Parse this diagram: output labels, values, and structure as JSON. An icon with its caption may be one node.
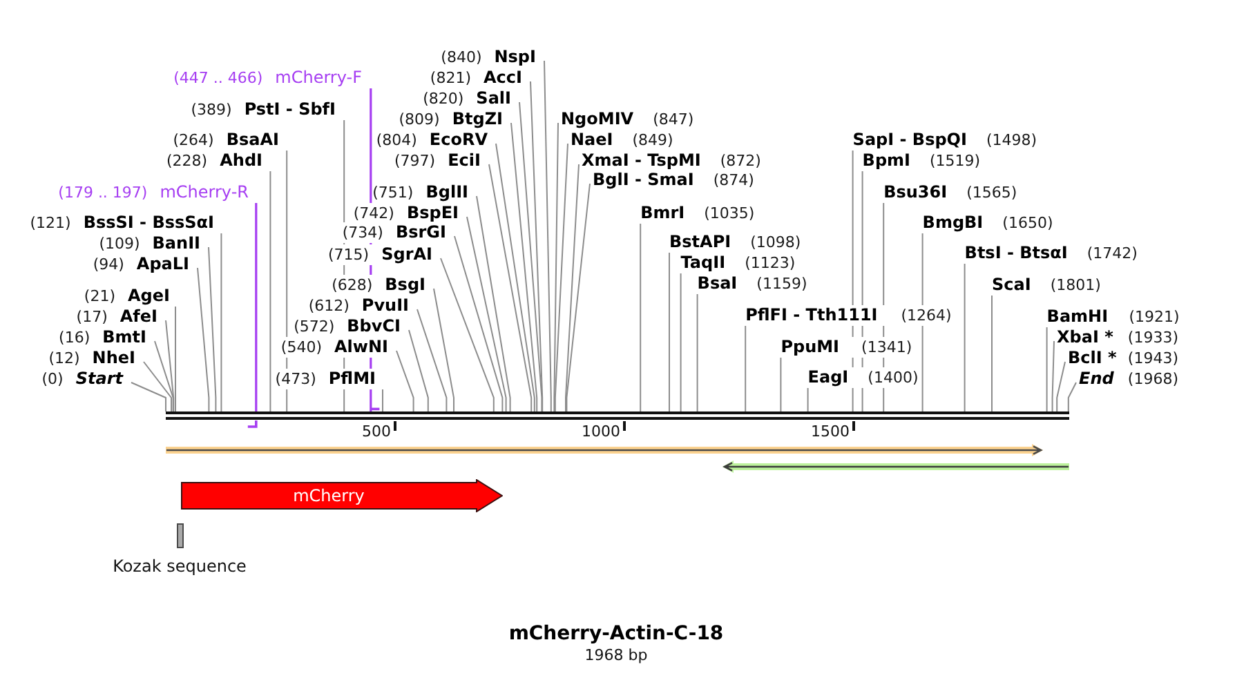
{
  "diagram": {
    "title": "mCherry-Actin-C-18",
    "caption": "1968 bp",
    "nodes": [
      {
        "text": [
          "(0)",
          "Start"
        ]
      },
      {
        "text": [
          "(12)",
          "NheI"
        ]
      },
      {
        "text": [
          "(16)",
          "BmtI"
        ]
      },
      {
        "text": [
          "(17)",
          "AfeI"
        ]
      },
      {
        "text": [
          "(21)",
          "AgeI"
        ]
      },
      {
        "text": [
          "(94)",
          "ApaLI"
        ]
      },
      {
        "text": [
          "(109)",
          "BanII"
        ]
      },
      {
        "text": [
          "(121)",
          "BssSI - BssSαI"
        ]
      },
      {
        "text": [
          "(179 .. 197)",
          "mCherry-R"
        ]
      },
      {
        "text": [
          "(228)",
          "AhdI"
        ]
      },
      {
        "text": [
          "(264)",
          "BsaAI"
        ]
      },
      {
        "text": [
          "(389)",
          "PstI - SbfI"
        ]
      },
      {
        "text": [
          "(447 .. 466)",
          "mCherry-F"
        ]
      },
      {
        "text": [
          "(473)",
          "PflMI"
        ]
      },
      {
        "text": [
          "(540)",
          "AlwNI"
        ]
      },
      {
        "text": [
          "(572)",
          "BbvCI"
        ]
      },
      {
        "text": [
          "(612)",
          "PvuII"
        ]
      },
      {
        "text": [
          "(628)",
          "BsgI"
        ]
      },
      {
        "text": [
          "(715)",
          "SgrAI"
        ]
      },
      {
        "text": [
          "(734)",
          "BsrGI"
        ]
      },
      {
        "text": [
          "(742)",
          "BspEI"
        ]
      },
      {
        "text": [
          "(751)",
          "BglII"
        ]
      },
      {
        "text": [
          "(797)",
          "EciI"
        ]
      },
      {
        "text": [
          "(804)",
          "EcoRV"
        ]
      },
      {
        "text": [
          "(809)",
          "BtgZI"
        ]
      },
      {
        "text": [
          "(820)",
          "SalI"
        ]
      },
      {
        "text": [
          "(821)",
          "AccI"
        ]
      },
      {
        "text": [
          "(840)",
          "NspI"
        ]
      },
      {
        "text": [
          "NgoMIV",
          "(847)"
        ]
      },
      {
        "text": [
          "NaeI",
          "(849)"
        ]
      },
      {
        "text": [
          "XmaI - TspMI",
          "(872)"
        ]
      },
      {
        "text": [
          "BglI - SmaI",
          "(874)"
        ]
      },
      {
        "text": [
          "BmrI",
          "(1035)"
        ]
      },
      {
        "text": [
          "BstAPI",
          "(1098)"
        ]
      },
      {
        "text": [
          "TaqII",
          "(1123)"
        ]
      },
      {
        "text": [
          "BsaI",
          "(1159)"
        ]
      },
      {
        "text": [
          "PflFI - Tth111I",
          "(1264)"
        ]
      },
      {
        "text": [
          "PpuMI",
          "(1341)"
        ]
      },
      {
        "text": [
          "EagI",
          "(1400)"
        ]
      },
      {
        "text": [
          "SapI - BspQI",
          "(1498)"
        ]
      },
      {
        "text": [
          "BpmI",
          "(1519)"
        ]
      },
      {
        "text": [
          "Bsu36I",
          "(1565)"
        ]
      },
      {
        "text": [
          "BmgBI",
          "(1650)"
        ]
      },
      {
        "text": [
          "BtsI - BtsαI",
          "(1742)"
        ]
      },
      {
        "text": [
          "ScaI",
          "(1801)"
        ]
      },
      {
        "text": [
          "BamHI",
          "(1921)"
        ]
      },
      {
        "text": [
          "XbaI *",
          "(1933)"
        ]
      },
      {
        "text": [
          "BclI *",
          "(1943)"
        ]
      },
      {
        "text": [
          "End",
          "(1968)"
        ]
      },
      {
        "text": [],
        "shape": "bar"
      },
      {
        "text": [],
        "shape": "arrow"
      },
      {
        "text": [],
        "shape": "arrow"
      },
      {
        "text": [
          "mCherry"
        ]
      },
      {
        "text": [
          "Kozak sequence"
        ]
      }
    ],
    "edges": [
      {
        "from": 0,
        "to": 49,
        "arrow": "none"
      },
      {
        "from": 1,
        "to": 49,
        "arrow": "none"
      },
      {
        "from": 2,
        "to": 49,
        "arrow": "none"
      },
      {
        "from": 3,
        "to": 49,
        "arrow": "none"
      },
      {
        "from": 4,
        "to": 49,
        "arrow": "none"
      },
      {
        "from": 5,
        "to": 49,
        "arrow": "none"
      },
      {
        "from": 6,
        "to": 49,
        "arrow": "none"
      },
      {
        "from": 7,
        "to": 49,
        "arrow": "none"
      },
      {
        "from": 8,
        "to": 49,
        "arrow": "none",
        "color": "#a63ef2"
      },
      {
        "from": 9,
        "to": 49,
        "arrow": "none"
      },
      {
        "from": 10,
        "to": 49,
        "arrow": "none"
      },
      {
        "from": 11,
        "to": 49,
        "arrow": "none"
      },
      {
        "from": 12,
        "to": 49,
        "arrow": "none",
        "color": "#a63ef2"
      },
      {
        "from": 13,
        "to": 49,
        "arrow": "none"
      },
      {
        "from": 14,
        "to": 49,
        "arrow": "none"
      },
      {
        "from": 15,
        "to": 49,
        "arrow": "none"
      },
      {
        "from": 16,
        "to": 49,
        "arrow": "none"
      },
      {
        "from": 17,
        "to": 49,
        "arrow": "none"
      },
      {
        "from": 18,
        "to": 49,
        "arrow": "none"
      },
      {
        "from": 19,
        "to": 49,
        "arrow": "none"
      },
      {
        "from": 20,
        "to": 49,
        "arrow": "none"
      },
      {
        "from": 21,
        "to": 49,
        "arrow": "none"
      },
      {
        "from": 22,
        "to": 49,
        "arrow": "none"
      },
      {
        "from": 23,
        "to": 49,
        "arrow": "none"
      },
      {
        "from": 24,
        "to": 49,
        "arrow": "none"
      },
      {
        "from": 25,
        "to": 49,
        "arrow": "none"
      },
      {
        "from": 26,
        "to": 49,
        "arrow": "none"
      },
      {
        "from": 27,
        "to": 49,
        "arrow": "none"
      },
      {
        "from": 28,
        "to": 49,
        "arrow": "none"
      },
      {
        "from": 29,
        "to": 49,
        "arrow": "none"
      },
      {
        "from": 30,
        "to": 49,
        "arrow": "none"
      },
      {
        "from": 31,
        "to": 49,
        "arrow": "none"
      },
      {
        "from": 32,
        "to": 49,
        "arrow": "none"
      },
      {
        "from": 33,
        "to": 49,
        "arrow": "none"
      },
      {
        "from": 34,
        "to": 49,
        "arrow": "none"
      },
      {
        "from": 35,
        "to": 49,
        "arrow": "none"
      },
      {
        "from": 36,
        "to": 49,
        "arrow": "none"
      },
      {
        "from": 37,
        "to": 49,
        "arrow": "none"
      },
      {
        "from": 38,
        "to": 49,
        "arrow": "none"
      },
      {
        "from": 39,
        "to": 49,
        "arrow": "none"
      },
      {
        "from": 40,
        "to": 49,
        "arrow": "none"
      },
      {
        "from": 41,
        "to": 49,
        "arrow": "none"
      },
      {
        "from": 42,
        "to": 49,
        "arrow": "none"
      },
      {
        "from": 43,
        "to": 49,
        "arrow": "none"
      },
      {
        "from": 44,
        "to": 49,
        "arrow": "none"
      },
      {
        "from": 45,
        "to": 49,
        "arrow": "none"
      },
      {
        "from": 46,
        "to": 49,
        "arrow": "none"
      },
      {
        "from": 47,
        "to": 49,
        "arrow": "none"
      },
      {
        "from": 48,
        "to": 49,
        "arrow": "none"
      }
    ],
    "labels": [
      "500",
      "1000",
      "1500"
    ]
  }
}
